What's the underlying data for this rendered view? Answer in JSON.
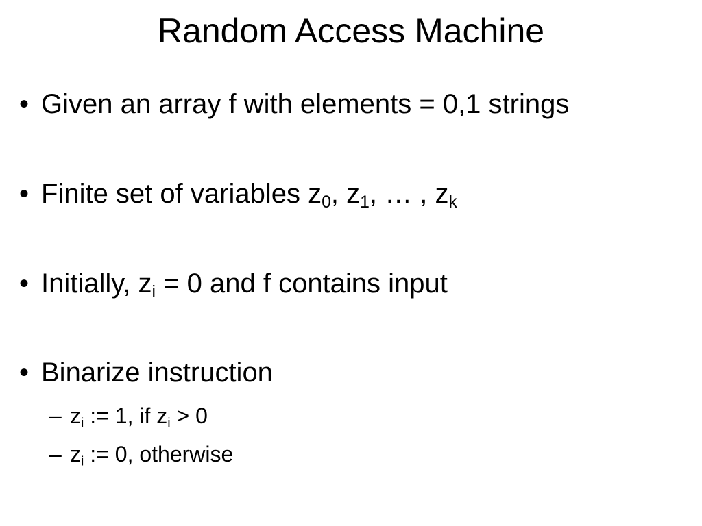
{
  "slide": {
    "title": "Random Access Machine",
    "bullet_symbol": "•",
    "dash_symbol": "–",
    "bullets": [
      {
        "text": "Given an array f with elements = 0,1 strings"
      },
      {
        "prefix": "Finite set of variables z",
        "sub_0": "0",
        "mid_1": ", z",
        "sub_1": "1",
        "mid_2": ", … , z",
        "sub_2": "k"
      },
      {
        "prefix": "Initially, z",
        "sub_0": "i",
        "suffix": " = 0 and f contains input"
      },
      {
        "text": "Binarize instruction"
      }
    ],
    "subitems": [
      {
        "prefix": "z",
        "sub_0": "i",
        "mid": " := 1, if z",
        "sub_1": "i",
        "suffix": " > 0"
      },
      {
        "prefix": "z",
        "sub_0": "i",
        "suffix": " := 0, otherwise"
      }
    ]
  }
}
